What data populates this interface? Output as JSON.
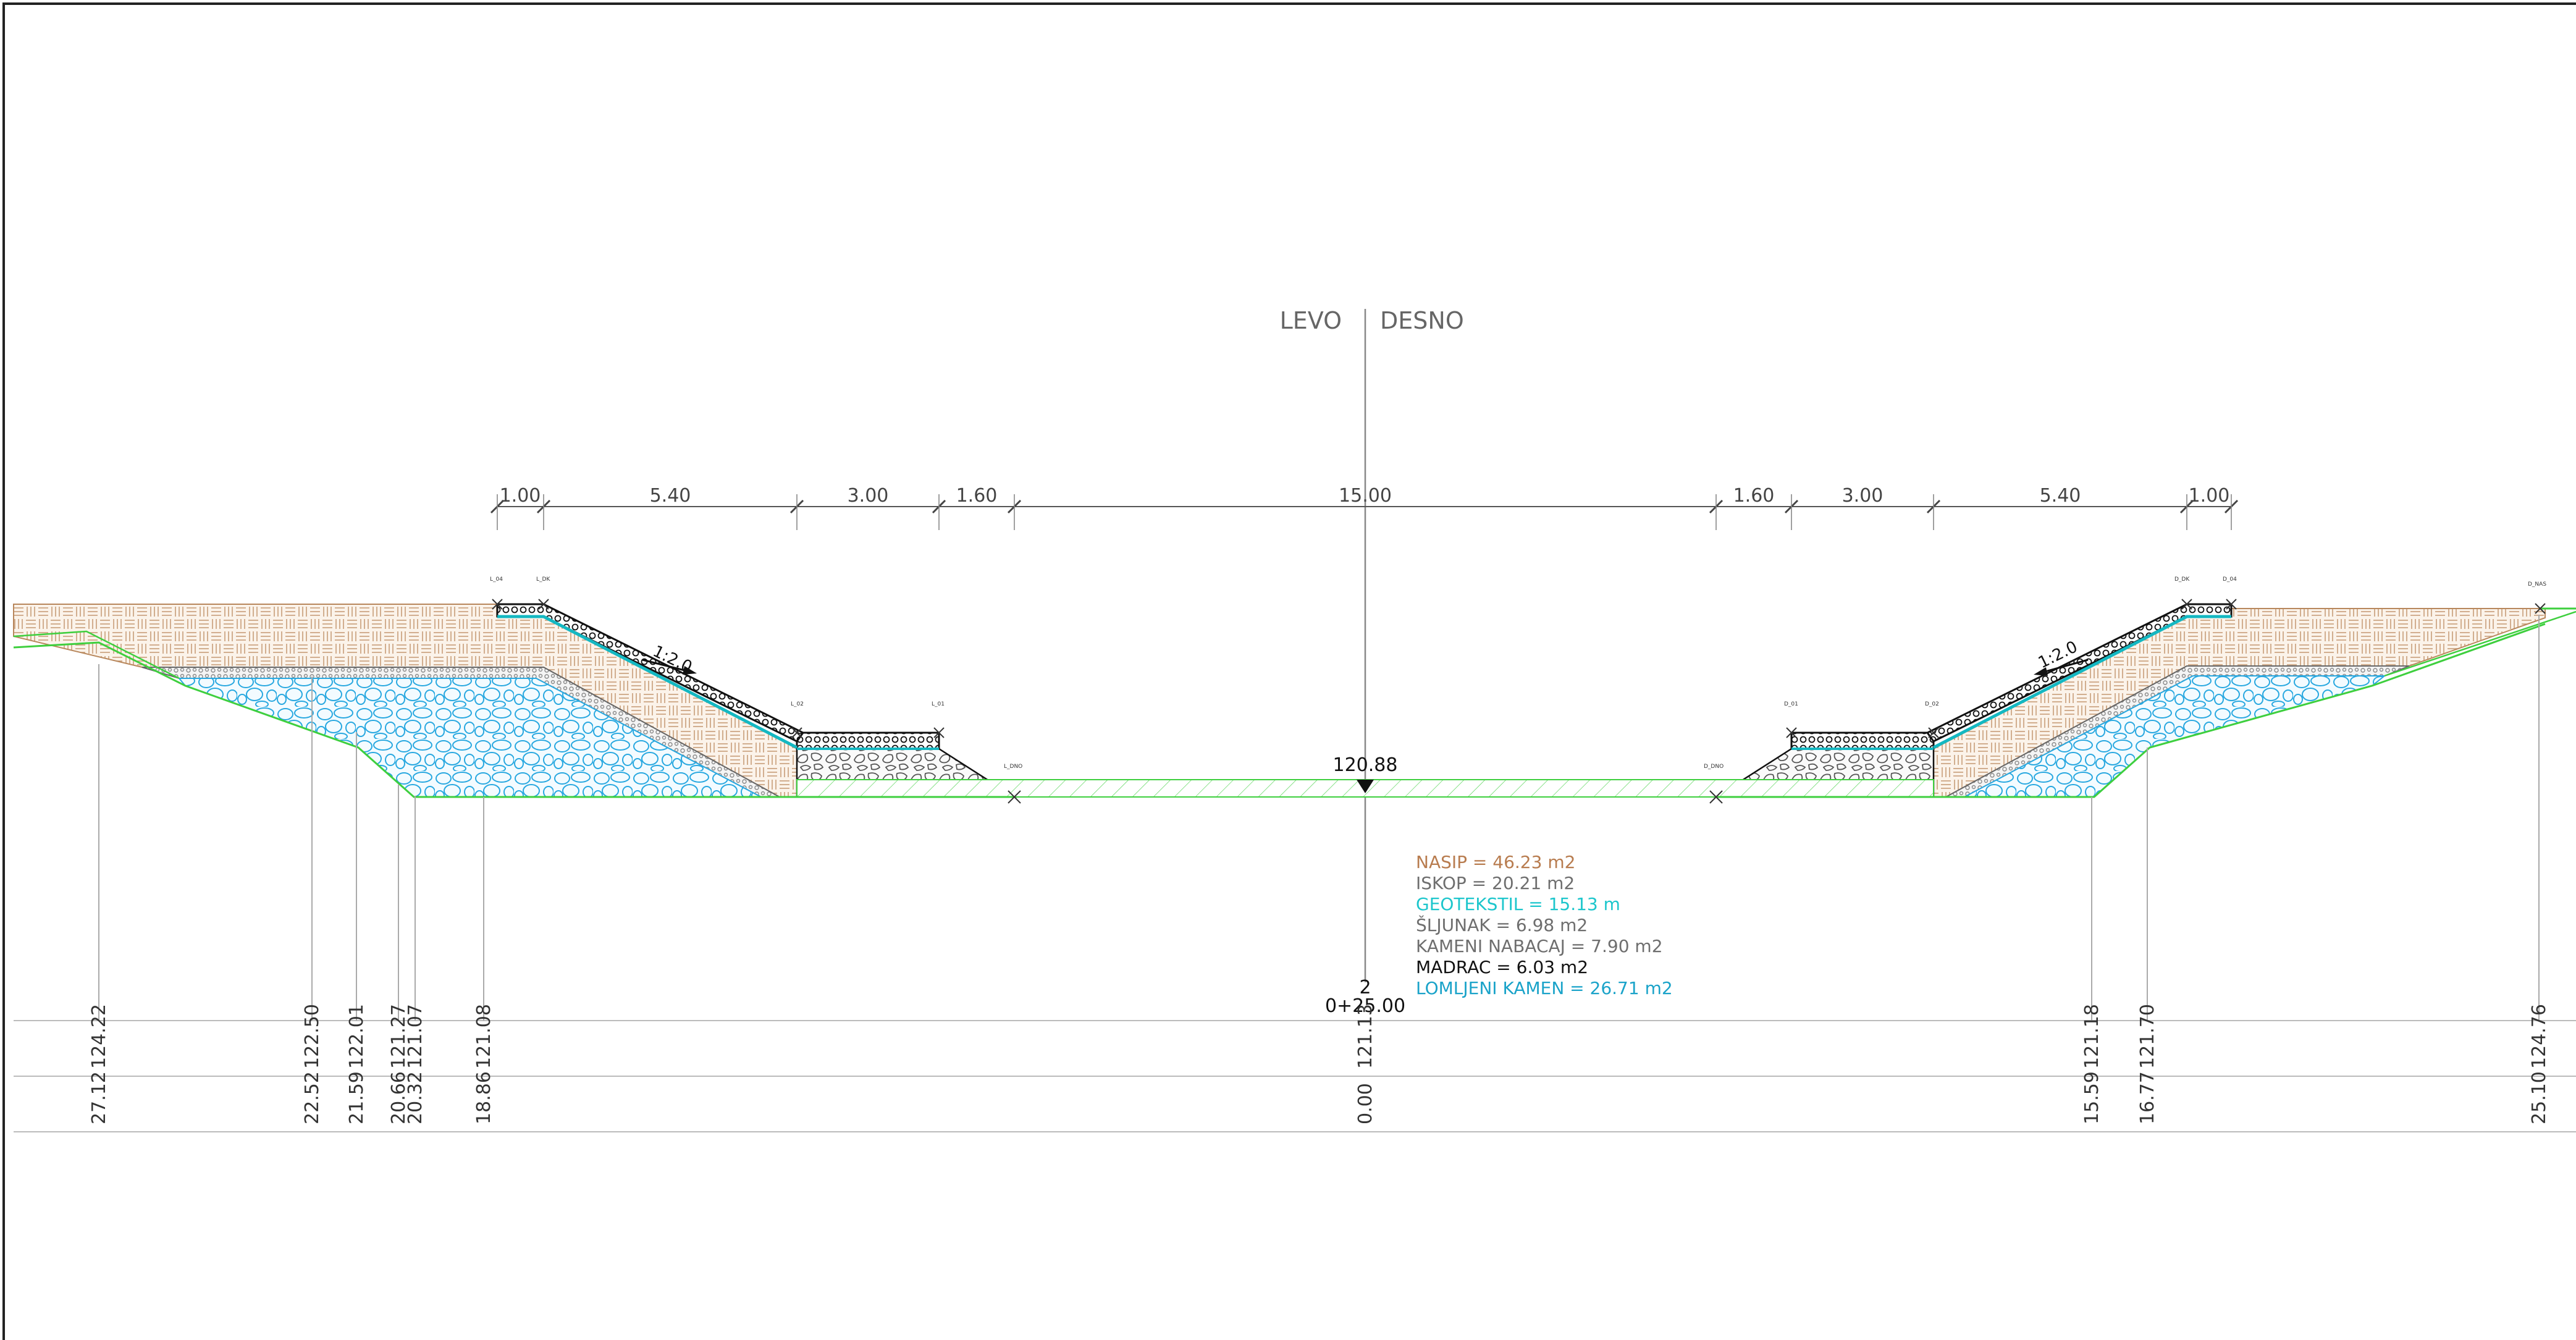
{
  "axis": {
    "left_label": "LEVO",
    "right_label": "DESNO"
  },
  "dimensions_left": [
    "1.00",
    "5.40",
    "3.00",
    "1.60"
  ],
  "dimension_center": "15.00",
  "dimensions_right": [
    "1.60",
    "3.00",
    "5.40",
    "1.00"
  ],
  "slope_label": "1:2.0",
  "bottom_elevation": "120.88",
  "point_labels": {
    "l04": "L_04",
    "ldk": "L_DK",
    "l02": "L_02",
    "l01": "L_01",
    "ldno": "L_DNO",
    "ddno": "D_DNO",
    "d01": "D_01",
    "d02": "D_02",
    "ddk": "D_DK",
    "d04": "D_04",
    "dnas": "D_NAS"
  },
  "legend": [
    {
      "text": "NASIP = 46.23 m2",
      "color": "#b87c4f"
    },
    {
      "text": "ISKOP = 20.21 m2",
      "color": "#6e6e6e"
    },
    {
      "text": "GEOTEKSTIL = 15.13 m",
      "color": "#1cc6cc"
    },
    {
      "text": "ŠLJUNAK = 6.98 m2",
      "color": "#6e6e6e"
    },
    {
      "text": "KAMENI NABACAJ = 7.90 m2",
      "color": "#6e6e6e"
    },
    {
      "text": "MADRAC = 6.03 m2",
      "color": "#111111"
    },
    {
      "text": "LOMLJENI KAMEN = 26.71 m2",
      "color": "#1aa3c9"
    }
  ],
  "profile": {
    "number": "2",
    "station": "0+25.00"
  },
  "table": {
    "columns": [
      {
        "elevation": "124.22",
        "distance": "27.12"
      },
      {
        "elevation": "122.50",
        "distance": "22.52"
      },
      {
        "elevation": "122.01",
        "distance": "21.59"
      },
      {
        "elevation": "121.27",
        "distance": "20.66"
      },
      {
        "elevation": "121.07",
        "distance": "20.32"
      },
      {
        "elevation": "121.08",
        "distance": "18.86"
      },
      {
        "elevation": "121.13",
        "distance": "0.00"
      },
      {
        "elevation": "121.18",
        "distance": "15.59"
      },
      {
        "elevation": "121.70",
        "distance": "16.77"
      },
      {
        "elevation": "124.76",
        "distance": "25.10"
      }
    ]
  },
  "colors": {
    "terrain": "#3ecf3e",
    "embankment": "#b8875c",
    "geotextile": "#14b8c2",
    "stone": "#28a8e0",
    "gravel": "#888888",
    "black": "#111111"
  }
}
